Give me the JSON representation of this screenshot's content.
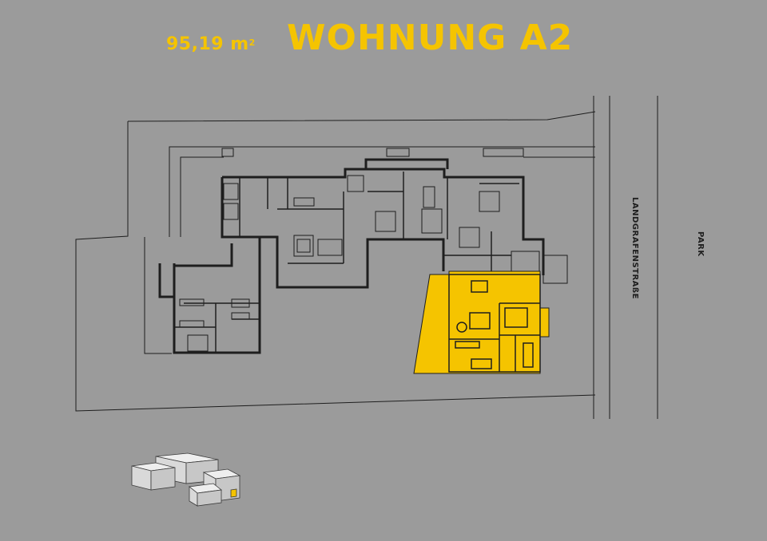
{
  "header": {
    "area_value": "95,19 m",
    "area_unit_sup": "2",
    "title": "WOHNUNG A2"
  },
  "labels": {
    "street": "LANDGRAFENSTRAßE",
    "park": "PARK"
  },
  "colors": {
    "background": "#9b9b9b",
    "accent": "#f5c400",
    "line": "#1e1e1e"
  }
}
